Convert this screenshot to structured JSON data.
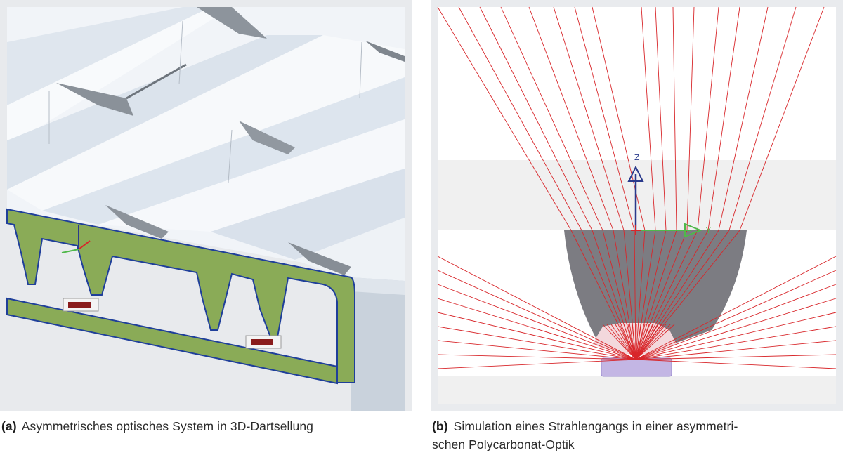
{
  "figure_a": {
    "tag": "(a)",
    "caption": "Asymmetrisches optisches System in 3D-Dartsellung",
    "colors": {
      "housing": "#8aab57",
      "outline": "#1f3f9a",
      "reflector": "#f3f6fa",
      "background": "#e9ebee"
    }
  },
  "figure_b": {
    "tag": "(b)",
    "caption_line1": "Simulation eines Strahlengangs in einer asymmetri-",
    "caption_line2": "schen Polycarbonat-Optik",
    "axis_z": "Z",
    "axis_y": "Y",
    "colors": {
      "rays": "#d8262a",
      "lens": "#7c7c82",
      "source": "#c3b6e4",
      "z_axis": "#2a3a8c",
      "y_axis": "#4fb84a"
    }
  }
}
